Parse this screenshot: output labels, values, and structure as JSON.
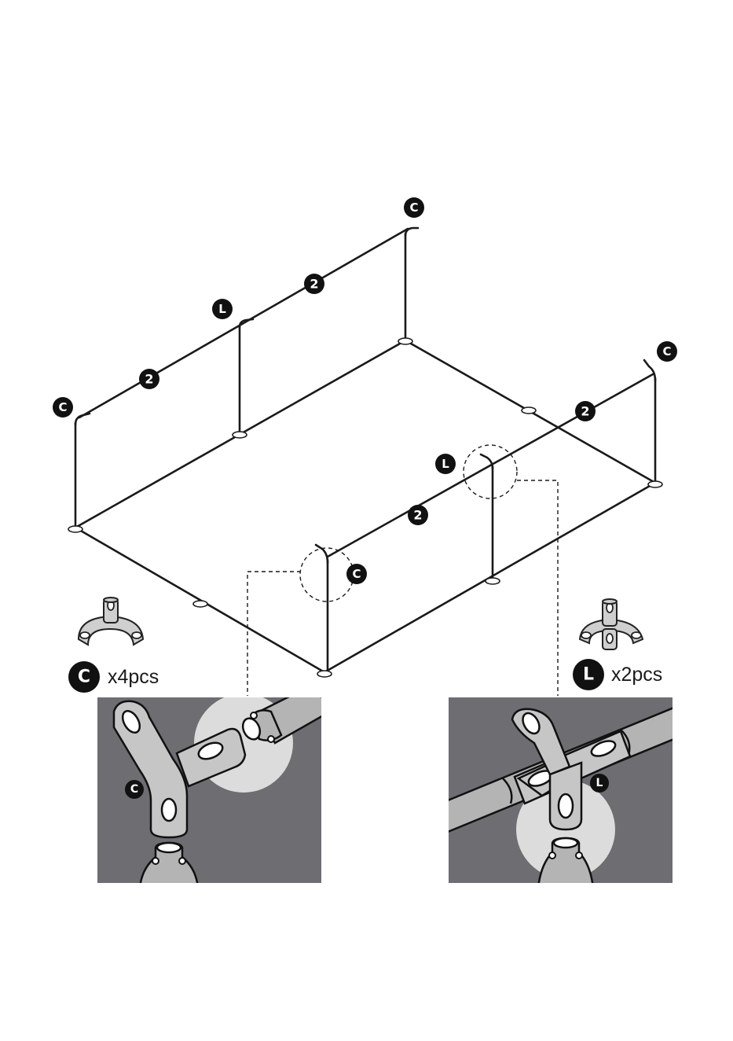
{
  "labels": {
    "corner_connector": "C",
    "side_connector": "L",
    "pipe": "2"
  },
  "parts": {
    "corner": {
      "letter": "C",
      "quantity": "x4pcs",
      "icon": "three-way-corner-connector-icon"
    },
    "side": {
      "letter": "L",
      "quantity": "x2pcs",
      "icon": "four-way-side-connector-icon"
    }
  },
  "colors": {
    "ink": "#111111",
    "detail_background": "#6d6d72",
    "tube": "#b4b4b4",
    "highlight": "#dcdcdc"
  }
}
